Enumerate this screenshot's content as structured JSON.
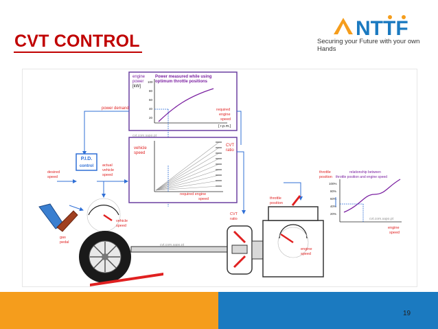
{
  "slide": {
    "title": "CVT CONTROL",
    "page_number": "19",
    "colors": {
      "title": "#c00000",
      "footer_orange": "#f59d1c",
      "footer_blue": "#1b7ac0",
      "diagram_blue": "#2f6fd6",
      "diagram_purple": "#7a1fa0",
      "diagram_red": "#e02020"
    }
  },
  "logo": {
    "brand": "NTTF",
    "tagline": "Securing your Future with your own Hands"
  },
  "diagram": {
    "top_chart": {
      "y_label": [
        "engine",
        "power",
        "[kW]"
      ],
      "title": [
        "Power measured while using",
        "optimum throttle positions"
      ],
      "y_ticks": [
        "100",
        "80",
        "60",
        "40",
        "20"
      ],
      "x_label": [
        "required",
        "engine",
        "speed",
        "[ r.p.m.]"
      ]
    },
    "middle_chart": {
      "y_label": [
        "vehicle",
        "speed"
      ],
      "right_label": [
        "CVT",
        "ratio"
      ],
      "x_label": [
        "required engine",
        "speed"
      ]
    },
    "right_chart": {
      "y_label": [
        "throttle",
        "position"
      ],
      "title": [
        "relationship between",
        "throttle position and engine speed"
      ],
      "y_ticks": [
        "100%",
        "80%",
        "60%",
        "40%",
        "20%"
      ],
      "x_label": [
        "engine",
        "speed"
      ]
    },
    "watermarks": [
      "cvt.com.sapo.pt",
      "cvt.com.sapo.pt",
      "cvt.com.sapo.pt"
    ],
    "labels": {
      "power_demand": "power demand",
      "desired_speed": [
        "desired",
        "speed"
      ],
      "pid": [
        "P.I.D.",
        "control"
      ],
      "actual_vehicle_speed": [
        "actual",
        "vehicle",
        "speed"
      ],
      "gas_pedal": [
        "gas",
        "pedal"
      ],
      "vehicle_speed": [
        "vehicle",
        "speed"
      ],
      "cvt_ratio": [
        "CVT",
        "ratio"
      ],
      "throttle_position": [
        "throttle",
        "position"
      ],
      "engine_speed": [
        "engine",
        "speed"
      ]
    }
  }
}
